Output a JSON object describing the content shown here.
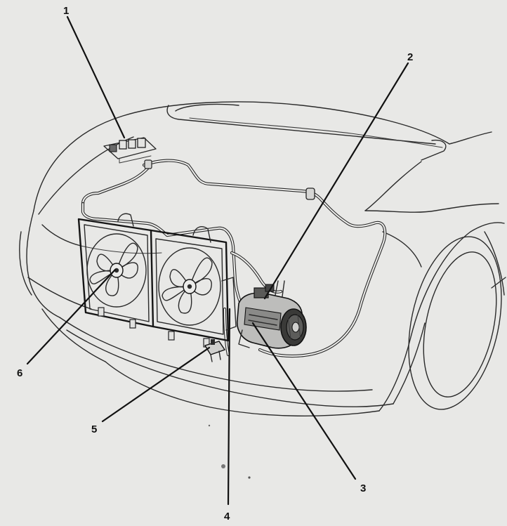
{
  "callouts": {
    "c1": "1",
    "c2": "2",
    "c3": "3",
    "c4": "4",
    "c5": "5",
    "c6": "6"
  },
  "palette": {
    "paper": "#e8e8e6",
    "ink": "#1a1a1a"
  }
}
